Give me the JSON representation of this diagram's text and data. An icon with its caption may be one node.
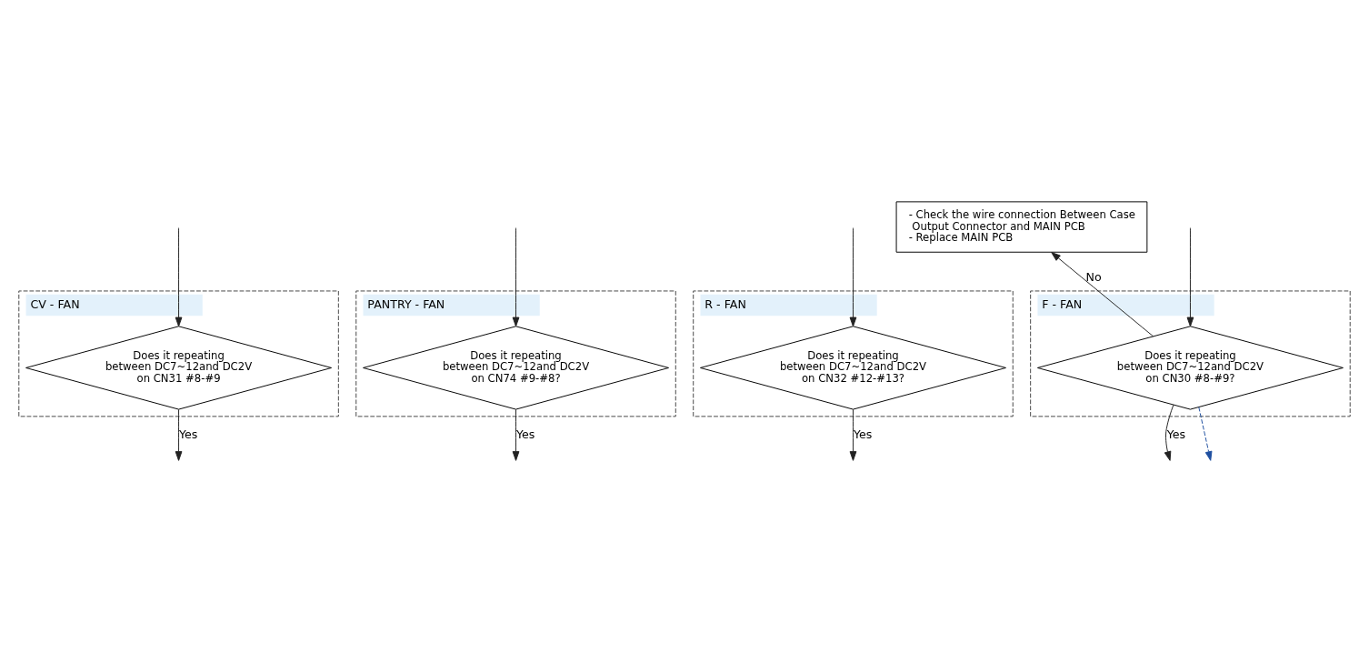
{
  "diagram": {
    "nodes": [
      {
        "text": [
          "CV - FAN"
        ]
      },
      {
        "text": [
          "Does it repeating between DC7~12and DC2V on CN31 #8-#9"
        ],
        "in": 0
      },
      {
        "text": [
          "PANTRY - FAN"
        ]
      },
      {
        "text": [
          "Does it repeating between DC7~12and DC2V on CN74 #9-#8?"
        ],
        "in": 2
      },
      {
        "text": [
          "R - FAN"
        ]
      },
      {
        "text": [
          "Does it repeating between DC7~12and DC2V on CN32 #12-#13?"
        ],
        "in": 4
      },
      {
        "text": [
          "F - FAN"
        ]
      },
      {
        "text": [
          "Does it repeating between DC7~12and DC2V on CN30 #8-#9?"
        ],
        "in": 6
      },
      {
        "text": [
          "- Check the wire connection Between Case Output Connector and MAIN PCB",
          "- Replace MAIN PCB"
        ]
      }
    ],
    "edges": [
      {
        "from": null,
        "to": 1,
        "arrow": "to"
      },
      {
        "from": 1,
        "to": null,
        "arrow": "to",
        "label": "Yes"
      },
      {
        "from": null,
        "to": 3,
        "arrow": "to"
      },
      {
        "from": 3,
        "to": null,
        "arrow": "to",
        "label": "Yes"
      },
      {
        "from": null,
        "to": 5,
        "arrow": "to"
      },
      {
        "from": 5,
        "to": null,
        "arrow": "to",
        "label": "Yes"
      },
      {
        "from": null,
        "to": 7,
        "arrow": "to"
      },
      {
        "from": 7,
        "to": null,
        "arrow": "to",
        "label": "Yes"
      },
      {
        "from": 7,
        "to": 8,
        "arrow": "to",
        "label": "No"
      },
      {
        "from": 7,
        "to": null,
        "arrow": "to",
        "style": "dashed",
        "color": "#1f4fa0"
      }
    ]
  }
}
